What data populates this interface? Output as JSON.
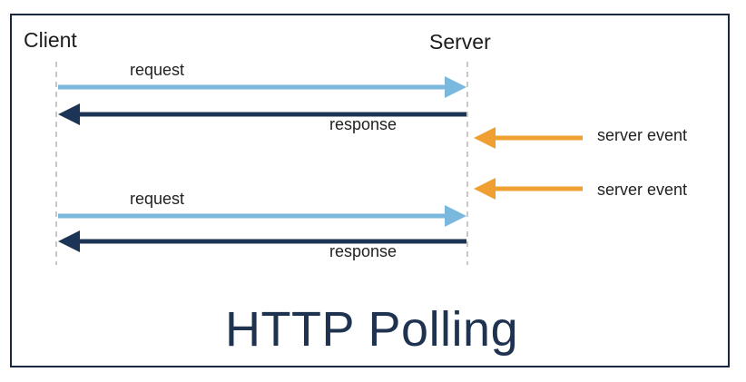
{
  "diagram": {
    "client_label": "Client",
    "server_label": "Server",
    "title": "HTTP Polling",
    "cycles": [
      {
        "request_label": "request",
        "response_label": "response"
      },
      {
        "request_label": "request",
        "response_label": "response"
      }
    ],
    "server_events": [
      {
        "label": "server event"
      },
      {
        "label": "server event"
      }
    ]
  },
  "colors": {
    "request": "#7ab8de",
    "response": "#1c3556",
    "server_event": "#f0a033",
    "lifeline": "#c8c8c8",
    "frame": "#16283e",
    "title": "#1f3350"
  }
}
